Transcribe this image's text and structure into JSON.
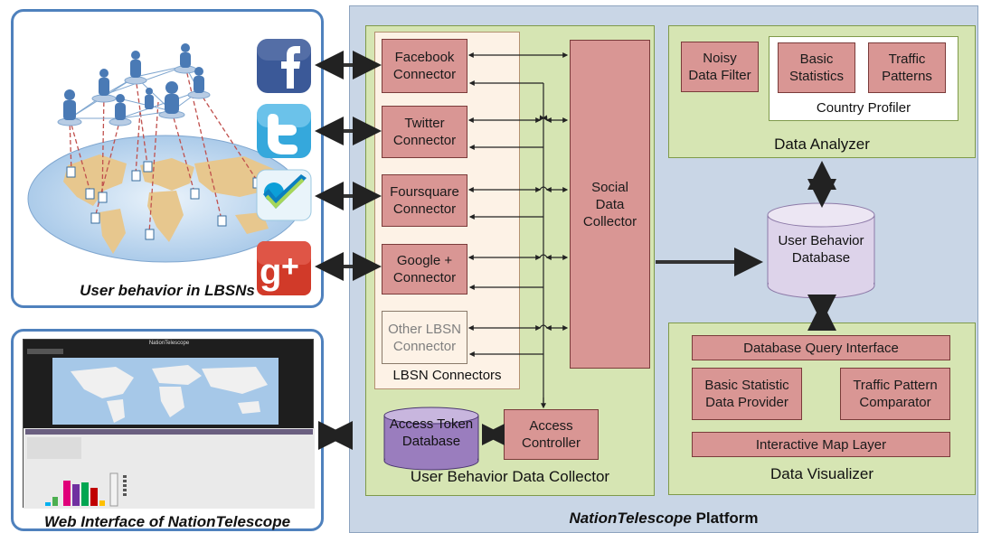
{
  "left": {
    "lbsn_caption": "User behavior in LBSNs",
    "web_caption": "Web Interface of NationTelescope",
    "web_title": "NationTelescope"
  },
  "platform": {
    "title_italic": "NationTelescope",
    "title_rest": " Platform"
  },
  "collector": {
    "title": "User Behavior Data Collector",
    "connectors_label": "LBSN Connectors",
    "connectors": [
      "Facebook\nConnector",
      "Twitter\nConnector",
      "Foursquare\nConnector",
      "Google +\nConnector",
      "Other LBSN\nConnector"
    ],
    "social": "Social\nData\nCollector",
    "token_db": "Access Token\nDatabase",
    "access_controller": "Access\nController"
  },
  "analyzer": {
    "title": "Data Analyzer",
    "noisy": "Noisy\nData Filter",
    "basic": "Basic\nStatistics",
    "traffic": "Traffic\nPatterns",
    "profiler": "Country Profiler"
  },
  "database": {
    "label": "User Behavior\nDatabase"
  },
  "visualizer": {
    "title": "Data Visualizer",
    "query": "Database Query Interface",
    "basic_provider": "Basic Statistic\nData Provider",
    "traffic_comparator": "Traffic Pattern\nComparator",
    "map_layer": "Interactive Map Layer"
  },
  "icons": [
    "facebook-icon",
    "twitter-icon",
    "foursquare-icon",
    "google-plus-icon"
  ]
}
